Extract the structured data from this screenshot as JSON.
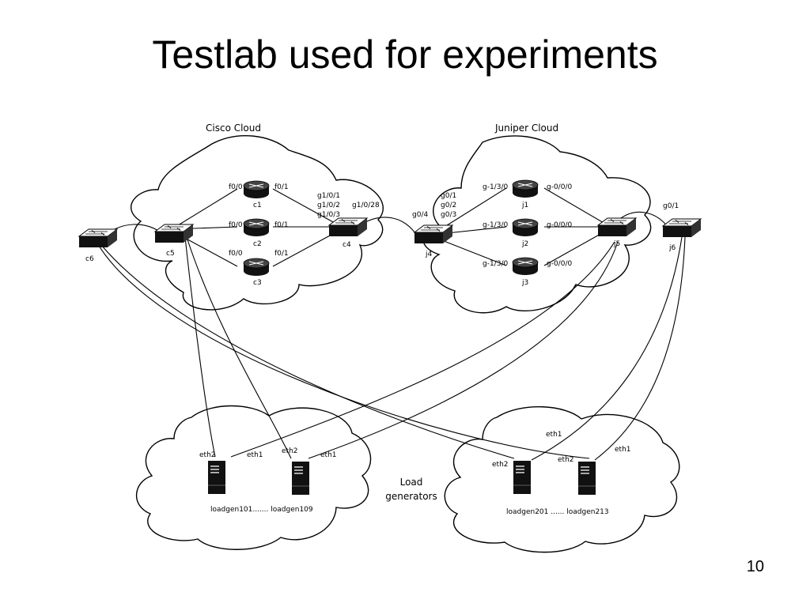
{
  "slide": {
    "title": "Testlab used for experiments",
    "page_number": "10"
  },
  "clouds": {
    "cisco": "Cisco Cloud",
    "juniper": "Juniper Cloud",
    "load_line1": "Load",
    "load_line2": "generators"
  },
  "nodes": {
    "c1": "c1",
    "c2": "c2",
    "c3": "c3",
    "c4": "c4",
    "c5": "c5",
    "c6": "c6",
    "j1": "j1",
    "j2": "j2",
    "j3": "j3",
    "j4": "j4",
    "j5": "j5",
    "j6": "j6",
    "lg1": "loadgen101....... loadgen109",
    "lg2": "loadgen201 ...... loadgen213"
  },
  "ports": {
    "c1_l": "f0/0",
    "c1_r": "f0/1",
    "c2_l": "f0/0",
    "c2_r": "f0/1",
    "c3_l": "f0/0",
    "c3_r": "f0/1",
    "c4_1": "g1/0/1",
    "c4_2": "g1/0/2",
    "c4_3": "g1/0/3",
    "c4_28": "g1/0/28",
    "j4_1": "g0/1",
    "j4_2": "g0/2",
    "j4_3": "g0/3",
    "j4_4": "g0/4",
    "j1_l": "g-1/3/0",
    "j1_r": "g-0/0/0",
    "j2_l": "g-1/3/0",
    "j2_r": "g-0/0/0",
    "j3_l": "g-1/3/0",
    "j3_r": "g-0/0/0",
    "j6_1": "g0/1",
    "lg101_eth2": "eth2",
    "lg101_eth1": "eth1",
    "lg109_eth2": "eth2",
    "lg109_eth1": "eth1",
    "lg201_eth1": "eth1",
    "lg201_eth2": "eth2",
    "lg213_eth2": "eth2",
    "lg213_eth1": "eth1"
  }
}
